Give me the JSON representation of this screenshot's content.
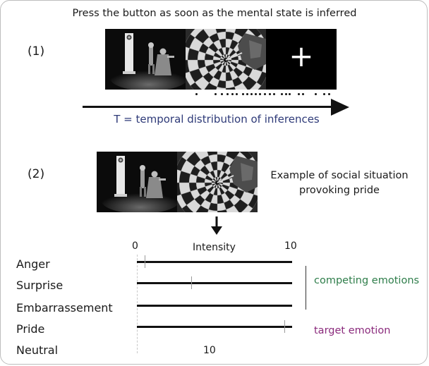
{
  "title": "Press the button as soon as the mental state is inferred",
  "step1": {
    "label": "(1)",
    "caption": "T = temporal distribution of inferences",
    "fixation_symbol": "+"
  },
  "step2": {
    "label": "(2)",
    "example_line1": "Example of social situation",
    "example_line2": "provoking pride"
  },
  "scale": {
    "min_label": "0",
    "max_label": "10",
    "title": "Intensity",
    "min": 0,
    "max": 10
  },
  "emotions": [
    {
      "label": "Anger",
      "rating": 0.5
    },
    {
      "label": "Surprise",
      "rating": 3.5
    },
    {
      "label": "Embarrassement",
      "rating": null
    },
    {
      "label": "Pride",
      "rating": 9.5
    },
    {
      "label": "Neutral",
      "value_text": "10"
    }
  ],
  "annotations": {
    "competing": "competing emotions",
    "target": "target emotion"
  },
  "timeline_dots": [
    0.6,
    3.4,
    4.3,
    5.2,
    5.9,
    6.5,
    7.5,
    8.1,
    8.7,
    9.3,
    9.9,
    10.7,
    11.4,
    12.0,
    13.1,
    13.8,
    14.3,
    15.6,
    16.3,
    18.1,
    19.4,
    20.1
  ],
  "colors": {
    "caption": "#2e3a78",
    "competing": "#2e7d4a",
    "target": "#8a2a7c"
  }
}
